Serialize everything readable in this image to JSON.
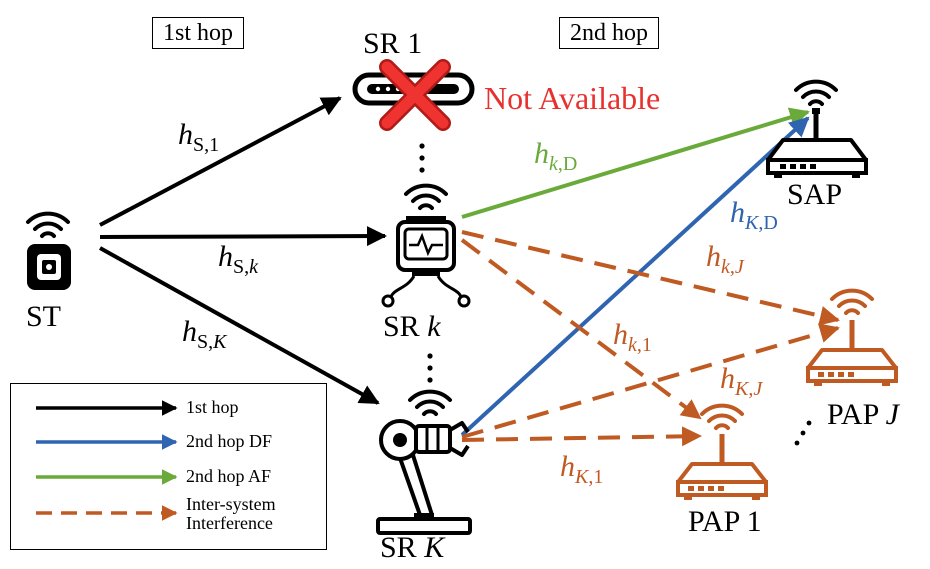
{
  "hops": {
    "first": "1st hop",
    "second": "2nd hop"
  },
  "nodes": {
    "st": "ST",
    "sr1": "SR 1",
    "srk_prefix": "SR ",
    "srk_var": "k",
    "srK_prefix": "SR ",
    "srK_var": "K",
    "sap": "SAP",
    "pap1": "PAP 1",
    "papJ_prefix": "PAP ",
    "papJ_var": "J"
  },
  "not_available": "Not Available",
  "channels": {
    "h_s1": {
      "sym": "h",
      "sub_a": "S,",
      "sub_b": "1",
      "color": "#000000"
    },
    "h_sk": {
      "sym": "h",
      "sub_a": "S,",
      "sub_b": "k",
      "color": "#000000"
    },
    "h_sK": {
      "sym": "h",
      "sub_a": "S,",
      "sub_b": "K",
      "color": "#000000"
    },
    "h_kD": {
      "sym": "h",
      "sub_a": "k",
      "sub_b": ",D",
      "color": "#6aaa3a"
    },
    "h_KD": {
      "sym": "h",
      "sub_a": "K",
      "sub_b": ",D",
      "color": "#2e64b0"
    },
    "h_kJ": {
      "sym": "h",
      "sub_a": "k",
      "sub_b": ",J",
      "color": "#c05a23"
    },
    "h_k1": {
      "sym": "h",
      "sub_a": "k",
      "sub_b": ",1",
      "color": "#c05a23"
    },
    "h_KJ": {
      "sym": "h",
      "sub_a": "K",
      "sub_b": ",J",
      "color": "#c05a23"
    },
    "h_K1": {
      "sym": "h",
      "sub_a": "K",
      "sub_b": ",1",
      "color": "#c05a23"
    }
  },
  "legend": {
    "first_hop": "1st hop",
    "df": "2nd hop DF",
    "af": "2nd hop AF",
    "interference": "Inter-system\nInterference"
  },
  "colors": {
    "black": "#000000",
    "blue": "#2e64b0",
    "green": "#6aaa3a",
    "orange": "#c05a23",
    "red": "#e8312f"
  },
  "icons": [
    "sensor-tag-icon",
    "router-icon",
    "robot-icon",
    "robotic-arm-icon",
    "access-point-icon",
    "wifi-icon",
    "red-cross-icon"
  ]
}
